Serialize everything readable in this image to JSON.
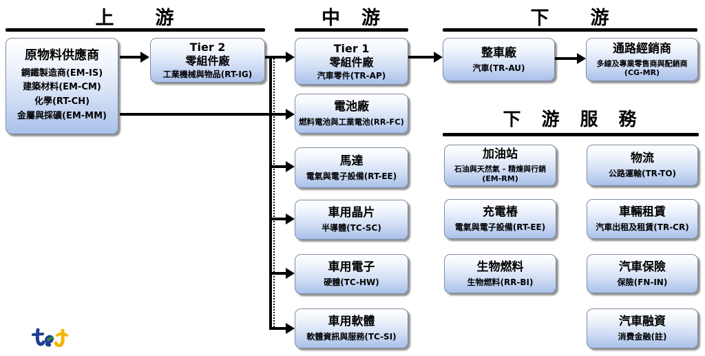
{
  "sections": {
    "upstream": {
      "label": "上　　游"
    },
    "midstream": {
      "label": "中　游"
    },
    "downstream": {
      "label": "下　　游"
    },
    "downstream_services": {
      "label": "下　游　服　務"
    }
  },
  "boxes": {
    "raw_materials": {
      "title": "原物料供應商",
      "items": [
        "鋼鐵製造商(EM-IS)",
        "建築材料(EM-CM)",
        "化學(RT-CH)",
        "金屬與採礦(EM-MM)"
      ]
    },
    "tier2": {
      "title_line1": "Tier 2",
      "title_line2": "零組件廠",
      "subtitle": "工業機械與物品(RT-IG)"
    },
    "tier1": {
      "title_line1": "Tier 1",
      "title_line2": "零組件廠",
      "subtitle": "汽車零件(TR-AP)"
    },
    "battery": {
      "title": "電池廠",
      "subtitle": "燃料電池與工業電池(RR-FC)"
    },
    "motor": {
      "title": "馬達",
      "subtitle": "電氣與電子設備(RT-EE)"
    },
    "auto_chip": {
      "title": "車用晶片",
      "subtitle": "半導體(TC-SC)"
    },
    "auto_electronics": {
      "title": "車用電子",
      "subtitle": "硬體(TC-HW)"
    },
    "auto_software": {
      "title": "車用軟體",
      "subtitle": "軟體資訊與服務(TC-SI)"
    },
    "oem": {
      "title": "整車廠",
      "subtitle": "汽車(TR-AU)"
    },
    "distributor": {
      "title": "通路經銷商",
      "subtitle": "多線及專業零售商與配銷商",
      "subtitle2": "(CG-MR)"
    },
    "gas_station": {
      "title": "加油站",
      "subtitle": "石油與天然氣 - 精煉與行銷",
      "subtitle2": "(EM-RM)"
    },
    "logistics": {
      "title": "物流",
      "subtitle": "公路運輸(TR-TO)"
    },
    "charging": {
      "title": "充電樁",
      "subtitle": "電氣與電子設備(RT-EE)"
    },
    "rental": {
      "title": "車輛租賃",
      "subtitle": "汽車出租及租賃(TR-CR)"
    },
    "biofuel": {
      "title": "生物燃料",
      "subtitle": "生物燃料(RR-BI)"
    },
    "insurance": {
      "title": "汽車保險",
      "subtitle": "保險(FN-IN)"
    },
    "financing": {
      "title": "汽車融資",
      "subtitle": "消費金融(註)"
    }
  },
  "logo": {
    "brand": "tej"
  },
  "colors": {
    "box_gradient_top": "#ffffff",
    "box_gradient_bottom": "#a9c1ea",
    "box_border": "#7c8ca3",
    "line": "#000000",
    "logo_blue": "#1d3f92",
    "logo_green": "#2e8b2e",
    "logo_yellow": "#f2b705"
  }
}
